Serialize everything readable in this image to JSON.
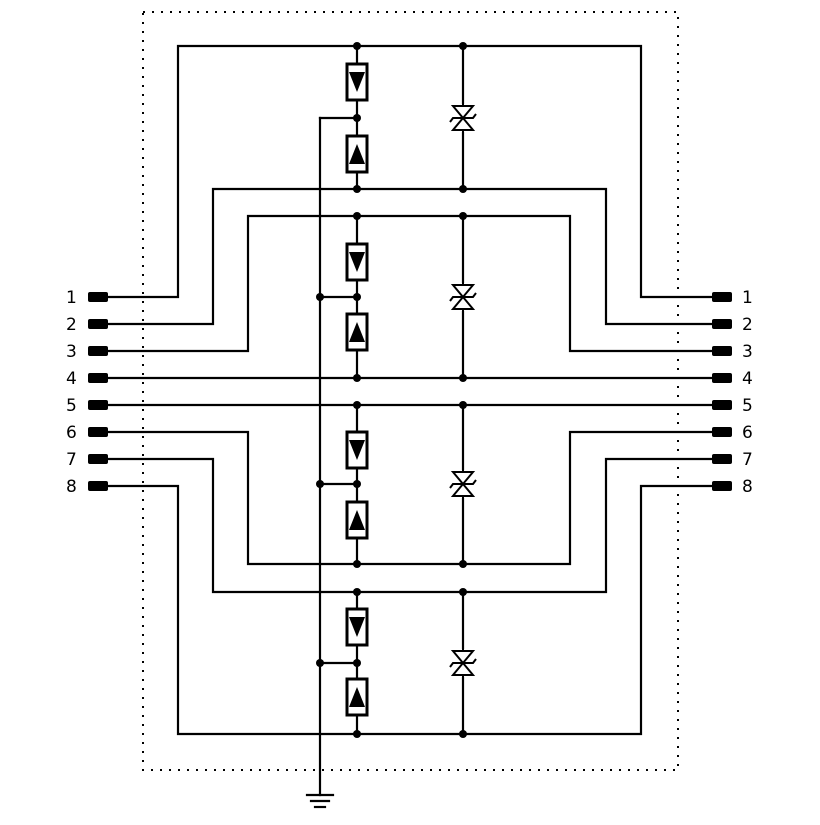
{
  "pins_left": [
    "1",
    "2",
    "3",
    "4",
    "5",
    "6",
    "7",
    "8"
  ],
  "pins_right": [
    "1",
    "2",
    "3",
    "4",
    "5",
    "6",
    "7",
    "8"
  ],
  "colors": {
    "line": "#000000",
    "background": "#ffffff"
  },
  "symbols": [
    "diode-pair",
    "tvs-diode",
    "ground"
  ]
}
